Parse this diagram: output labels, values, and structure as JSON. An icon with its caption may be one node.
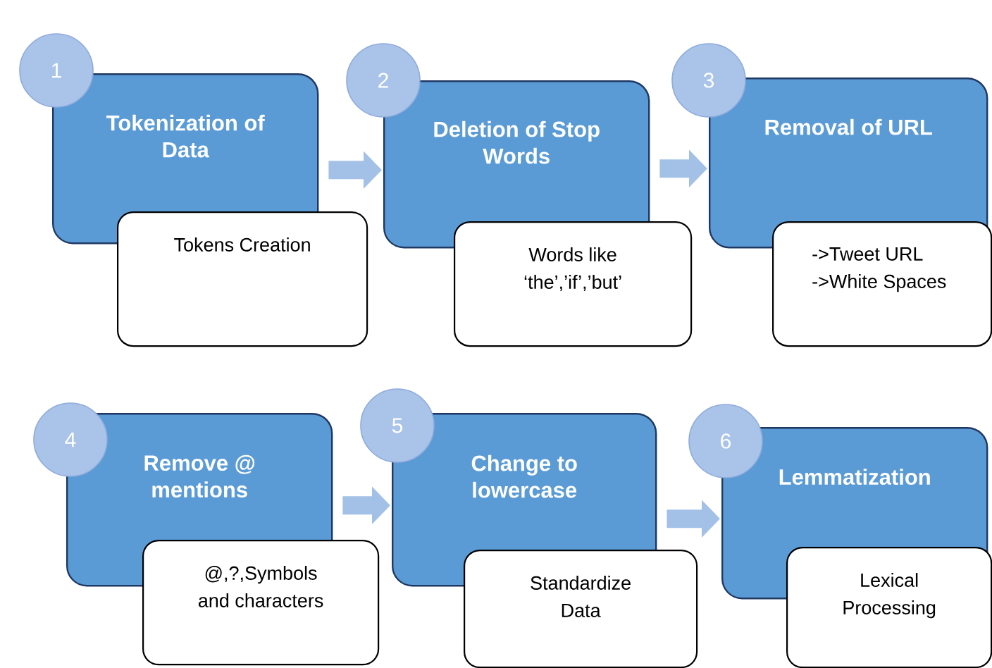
{
  "diagram": {
    "nodes": [
      {
        "text": [
          "1"
        ]
      },
      {
        "text": [
          "Tokenization of Data"
        ]
      },
      {
        "text": [
          "Tokens Creation"
        ]
      },
      {
        "text": [
          "2"
        ]
      },
      {
        "text": [
          "Deletion of Stop Words"
        ]
      },
      {
        "text": [
          "Words like ‘the’,’if’,’but’"
        ]
      },
      {
        "text": [
          "3"
        ]
      },
      {
        "text": [
          "Removal of URL"
        ]
      },
      {
        "text": [
          "->Tweet URL ->White Spaces"
        ]
      },
      {
        "text": [
          "4"
        ]
      },
      {
        "text": [
          "Remove @ mentions"
        ]
      },
      {
        "text": [
          "@,?,Symbols and characters"
        ]
      },
      {
        "text": [
          "5"
        ]
      },
      {
        "text": [
          "Change to lowercase"
        ]
      },
      {
        "text": [
          "Standardize Data"
        ]
      },
      {
        "text": [
          "6"
        ]
      },
      {
        "text": [
          "Lemmatization"
        ]
      },
      {
        "text": [
          "Lexical Processing"
        ]
      }
    ],
    "edges": [
      {
        "from": 1,
        "to": 4,
        "arrow": "to"
      },
      {
        "from": 4,
        "to": 7,
        "arrow": "to"
      },
      {
        "from": 10,
        "to": 13,
        "arrow": "to"
      },
      {
        "from": 13,
        "to": 16,
        "arrow": "to"
      }
    ]
  }
}
